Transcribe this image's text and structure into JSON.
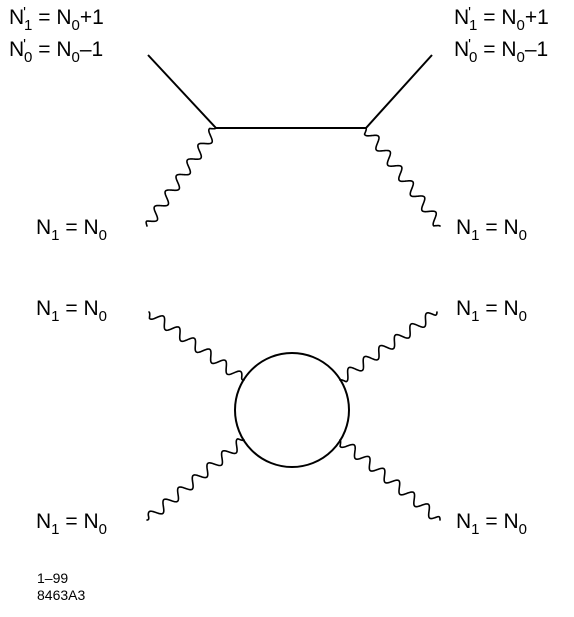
{
  "top_diagram": {
    "left_label_top": {
      "base": "N",
      "prime": "'",
      "sub": "1",
      "rhs_base": " = N",
      "rhs_sub": "0",
      "rhs_tail": "+1"
    },
    "left_label_bottom": {
      "base": "N",
      "prime": "'",
      "sub": "0",
      "rhs_base": " = N",
      "rhs_sub": "0",
      "rhs_tail": "–1"
    },
    "right_label_top": {
      "base": "N",
      "prime": "'",
      "sub": "1",
      "rhs_base": " = N",
      "rhs_sub": "0",
      "rhs_tail": "+1"
    },
    "right_label_bottom": {
      "base": "N",
      "prime": "'",
      "sub": "0",
      "rhs_base": " = N",
      "rhs_sub": "0",
      "rhs_tail": "–1"
    },
    "left_photon_label": {
      "base": "N",
      "sub": "1",
      "rhs_base": " = N",
      "rhs_sub": "0"
    },
    "right_photon_label": {
      "base": "N",
      "sub": "1",
      "rhs_base": " = N",
      "rhs_sub": "0"
    }
  },
  "bottom_diagram": {
    "top_left_label": {
      "base": "N",
      "sub": "1",
      "rhs_base": " = N",
      "rhs_sub": "0"
    },
    "top_right_label": {
      "base": "N",
      "sub": "1",
      "rhs_base": " = N",
      "rhs_sub": "0"
    },
    "bottom_left_label": {
      "base": "N",
      "sub": "1",
      "rhs_base": " = N",
      "rhs_sub": "0"
    },
    "bottom_right_label": {
      "base": "N",
      "sub": "1",
      "rhs_base": " = N",
      "rhs_sub": "0"
    }
  },
  "footer": {
    "date": "1–99",
    "figure_id": "8463A3"
  }
}
